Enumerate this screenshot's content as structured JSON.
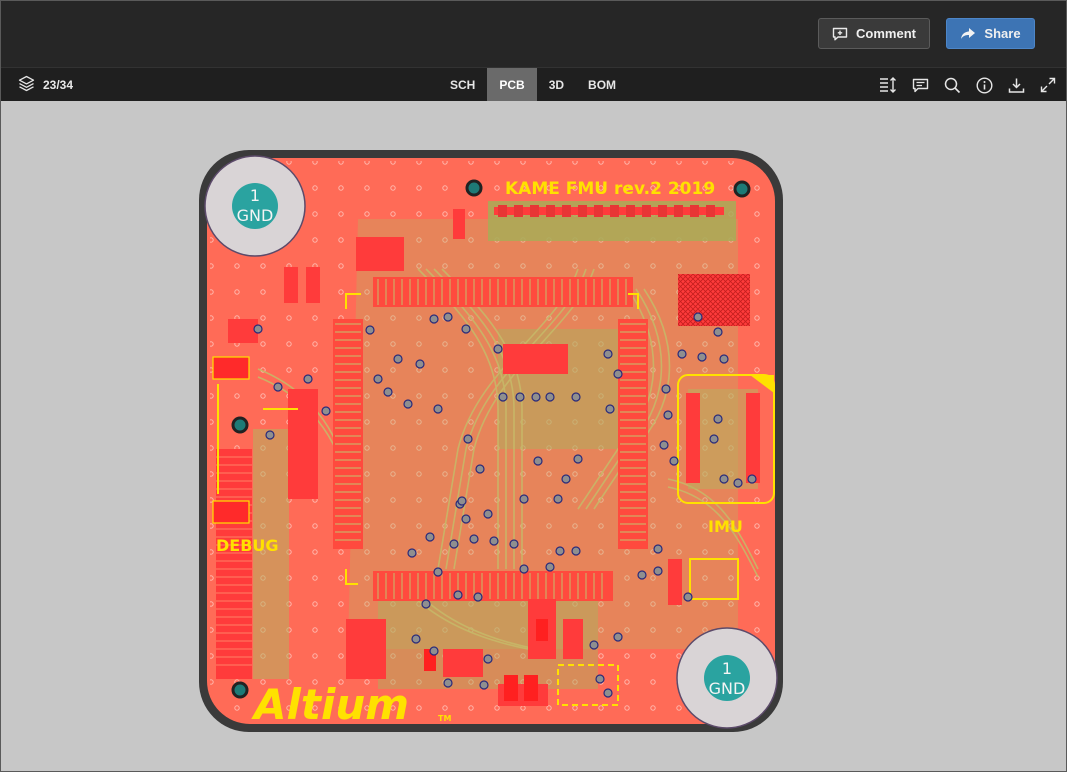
{
  "header": {
    "comment_label": "Comment",
    "share_label": "Share",
    "comment_icon": "comment-plus-icon",
    "share_icon": "share-arrow-icon"
  },
  "toolbar": {
    "layers_icon": "layers-icon",
    "page_counter": "23/34",
    "tabs": [
      {
        "label": "SCH",
        "active": false
      },
      {
        "label": "PCB",
        "active": true
      },
      {
        "label": "3D",
        "active": false
      },
      {
        "label": "BOM",
        "active": false
      }
    ],
    "tools": [
      "view-sort-icon",
      "comments-icon",
      "search-icon",
      "info-icon",
      "download-icon",
      "fullscreen-icon"
    ]
  },
  "board": {
    "title_label": "KAME FMU rev.2 2019",
    "debug_label": "DEBUG",
    "imu_label": "IMU",
    "logo_text": "Altium",
    "gnd_top": {
      "number": "1",
      "net": "GND"
    },
    "gnd_bottom": {
      "number": "1",
      "net": "GND"
    }
  },
  "colors": {
    "accent_blue": "#3d74b4",
    "board_red": "#ff6b57",
    "silk_yellow": "#ffe100",
    "pad_teal": "#2aa3a0",
    "canvas_grey": "#c7c7c7"
  }
}
